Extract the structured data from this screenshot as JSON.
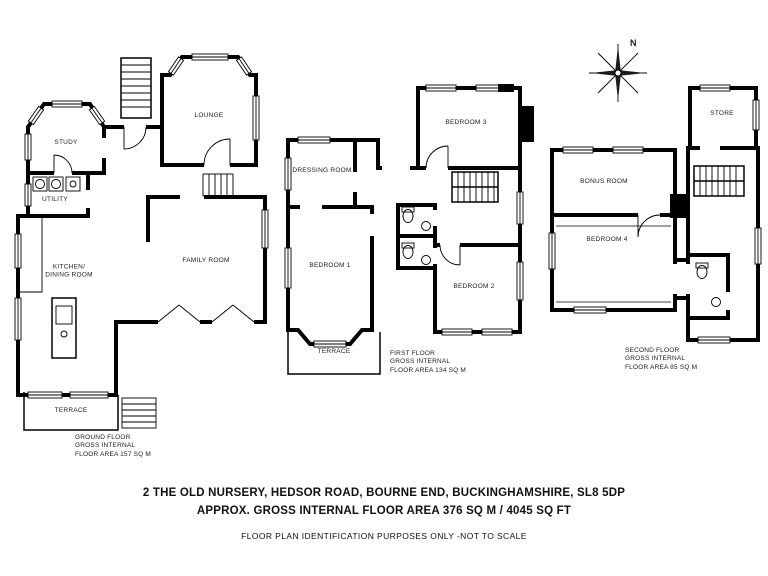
{
  "compass": {
    "label": "N"
  },
  "floors": {
    "ground": {
      "rooms": {
        "study": "STUDY",
        "utility": "UTILITY",
        "lounge": "LOUNGE",
        "family_room": "FAMILY ROOM",
        "kitchen_dining": "KITCHEN/\nDINING ROOM",
        "terrace": "TERRACE"
      },
      "area_label": "GROUND FLOOR\nGROSS INTERNAL\nFLOOR AREA 157 SQ M"
    },
    "first": {
      "rooms": {
        "dressing_room": "DRESSING ROOM",
        "bedroom_1": "BEDROOM 1",
        "bedroom_2": "BEDROOM 2",
        "bedroom_3": "BEDROOM 3",
        "terrace": "TERRACE"
      },
      "area_label": "FIRST FLOOR\nGROSS INTERNAL\nFLOOR AREA 134 SQ M"
    },
    "second": {
      "rooms": {
        "bonus_room": "BONUS ROOM",
        "bedroom_4": "BEDROOM 4",
        "store": "STORE"
      },
      "area_label": "SECOND FLOOR\nGROSS INTERNAL\nFLOOR AREA 85 SQ M"
    }
  },
  "footer": {
    "address": "2 THE OLD NURSERY, HEDSOR ROAD, BOURNE END, BUCKINGHAMSHIRE, SL8 5DP",
    "area": "APPROX. GROSS INTERNAL FLOOR AREA 376 SQ M / 4045 SQ FT",
    "disclaimer": "FLOOR PLAN IDENTIFICATION PURPOSES ONLY -NOT TO SCALE"
  },
  "colors": {
    "walls": "#000000",
    "text": "#1c1c1c"
  }
}
